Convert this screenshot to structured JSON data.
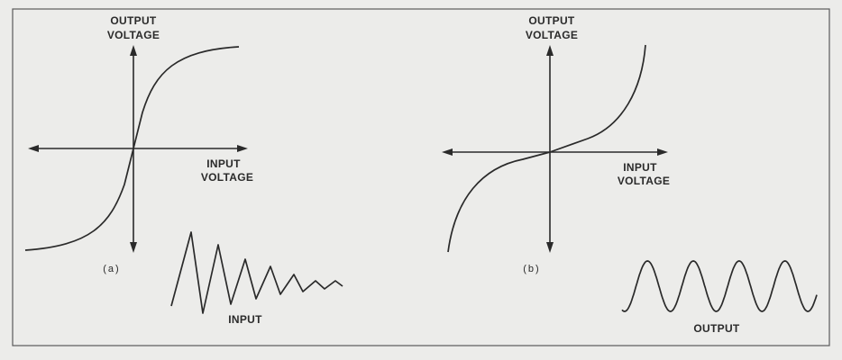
{
  "panel_a": {
    "caption": "(a)",
    "y_axis_label": [
      "OUTPUT",
      "VOLTAGE"
    ],
    "x_axis_label": [
      "INPUT",
      "VOLTAGE"
    ],
    "waveform_label": "INPUT"
  },
  "panel_b": {
    "caption": "(b)",
    "y_axis_label": [
      "OUTPUT",
      "VOLTAGE"
    ],
    "x_axis_label": [
      "INPUT",
      "VOLTAGE"
    ],
    "waveform_label": "OUTPUT"
  }
}
